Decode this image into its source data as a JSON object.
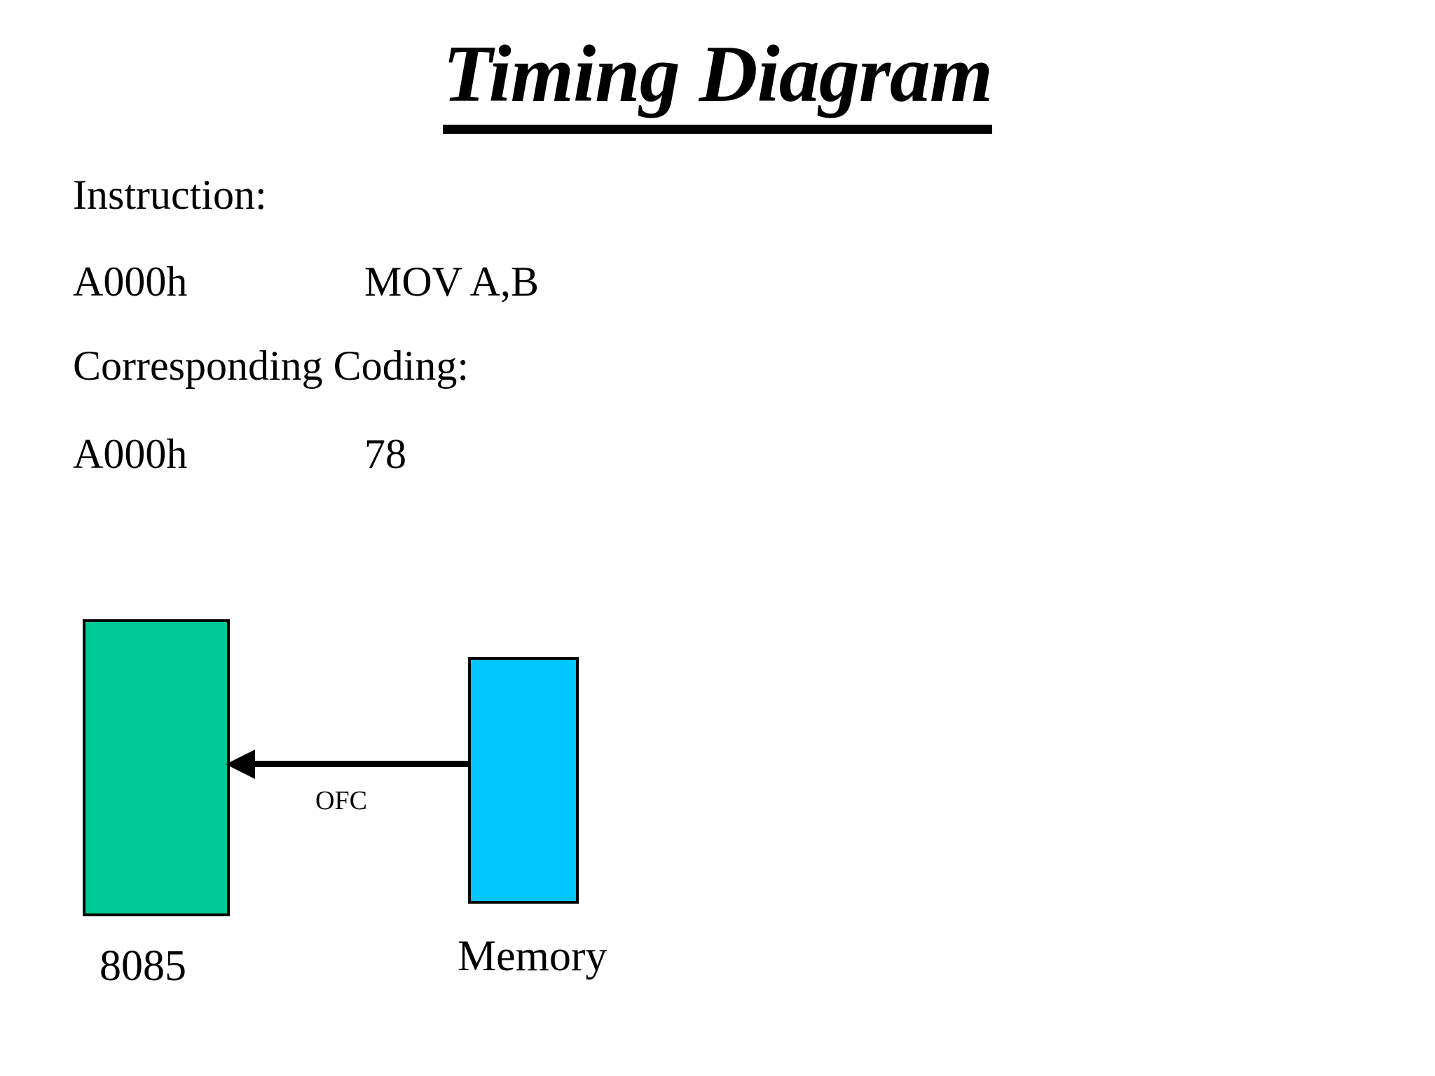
{
  "slide": {
    "title": "Timing Diagram",
    "background_color": "#FFFFFF",
    "text_color": "#000000"
  },
  "content": {
    "instruction_heading": "Instruction:",
    "instruction_row": {
      "address": "A000h",
      "mnemonic": "MOV A,B"
    },
    "coding_heading": "Corresponding Coding:",
    "coding_row": {
      "address": "A000h",
      "opcode": "78"
    }
  },
  "diagram": {
    "cpu_block": {
      "label": "8085",
      "fill_color": "#00C896",
      "border_color": "#000000"
    },
    "memory_block": {
      "label": "Memory",
      "fill_color": "#00C8FF",
      "border_color": "#000000"
    },
    "arrow": {
      "label": "OFC",
      "direction": "memory-to-cpu",
      "color": "#000000"
    }
  }
}
